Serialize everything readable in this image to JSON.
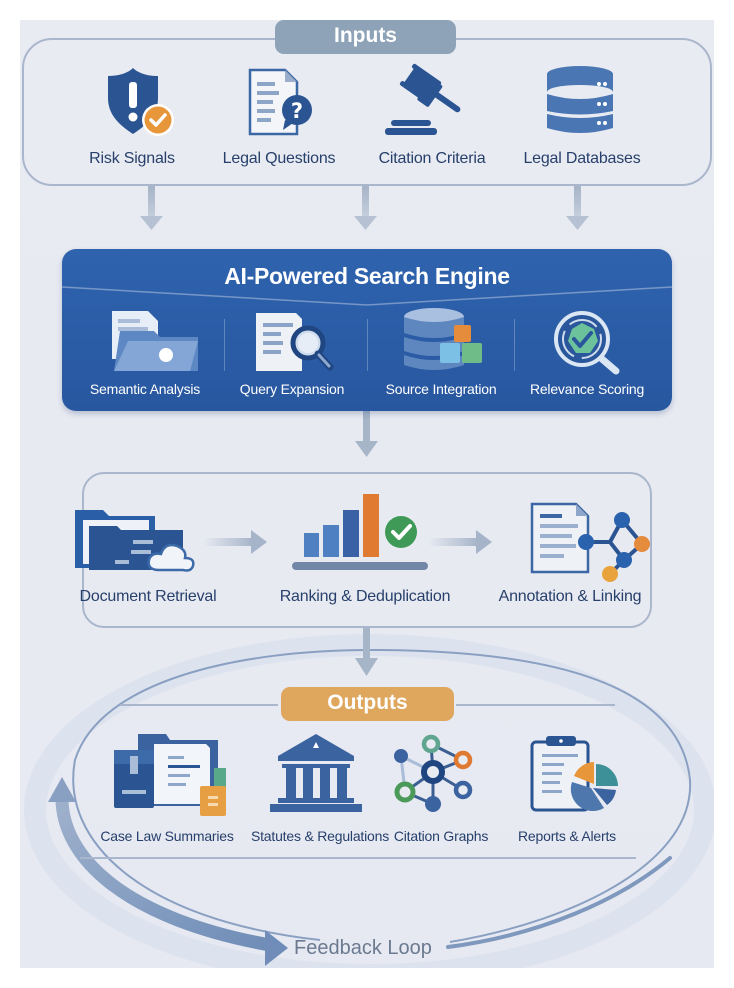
{
  "inputs": {
    "title": "Inputs",
    "items": [
      {
        "label": "Risk Signals",
        "icon": "shield-alert-check-icon"
      },
      {
        "label": "Legal Questions",
        "icon": "document-question-icon"
      },
      {
        "label": "Citation Criteria",
        "icon": "gavel-icon"
      },
      {
        "label": "Legal Databases",
        "icon": "database-icon"
      }
    ]
  },
  "engine": {
    "title": "AI-Powered Search Engine",
    "items": [
      {
        "label": "Semantic Analysis",
        "icon": "folder-documents-icon"
      },
      {
        "label": "Query Expansion",
        "icon": "document-search-icon"
      },
      {
        "label": "Source Integration",
        "icon": "database-blocks-icon"
      },
      {
        "label": "Relevance Scoring",
        "icon": "magnifier-check-icon"
      }
    ]
  },
  "process": {
    "steps": [
      {
        "label": "Document Retrieval",
        "icon": "folder-cloud-icon"
      },
      {
        "label": "Ranking & Deduplication",
        "icon": "bar-chart-check-icon"
      },
      {
        "label": "Annotation & Linking",
        "icon": "document-network-icon"
      }
    ]
  },
  "outputs": {
    "title": "Outputs",
    "items": [
      {
        "label": "Case Law Summaries",
        "icon": "case-files-icon"
      },
      {
        "label": "Statutes & Regulations",
        "icon": "courthouse-icon"
      },
      {
        "label": "Citation Graphs",
        "icon": "network-graph-icon"
      },
      {
        "label": "Reports & Alerts",
        "icon": "clipboard-pie-chart-icon"
      }
    ]
  },
  "feedback": {
    "label": "Feedback Loop"
  },
  "colors": {
    "navy": "#2b5592",
    "engine_blue": "#2c5ea8",
    "inputs_pill": "#8ea3b8",
    "outputs_pill": "#dfa75d",
    "orange": "#e8963a",
    "green": "#4b9a5a",
    "teal": "#3d8f98",
    "text": "#27406b"
  }
}
